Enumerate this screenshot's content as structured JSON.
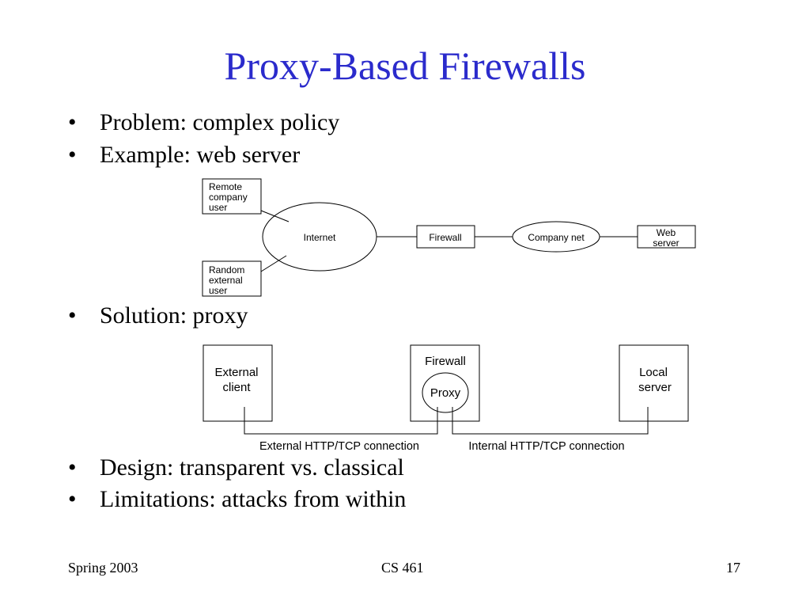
{
  "slide": {
    "title": "Proxy-Based Firewalls",
    "bullet_glyph": "•",
    "bullets": [
      "Problem: complex policy",
      "Example: web server",
      "Solution: proxy",
      "Design: transparent vs. classical",
      "Limitations: attacks from within"
    ]
  },
  "diagram1": {
    "remote_user": [
      "Remote",
      "company",
      "user"
    ],
    "random_user": [
      "Random",
      "external",
      "user"
    ],
    "internet": "Internet",
    "firewall": "Firewall",
    "company_net": "Company net",
    "web_server": [
      "Web",
      "server"
    ]
  },
  "diagram2": {
    "external_client": [
      "External",
      "client"
    ],
    "firewall": "Firewall",
    "proxy": "Proxy",
    "local_server": [
      "Local",
      "server"
    ],
    "external_connection": "External HTTP/TCP connection",
    "internal_connection": "Internal HTTP/TCP connection"
  },
  "footer": {
    "left": "Spring 2003",
    "center": "CS 461",
    "right": "17"
  }
}
